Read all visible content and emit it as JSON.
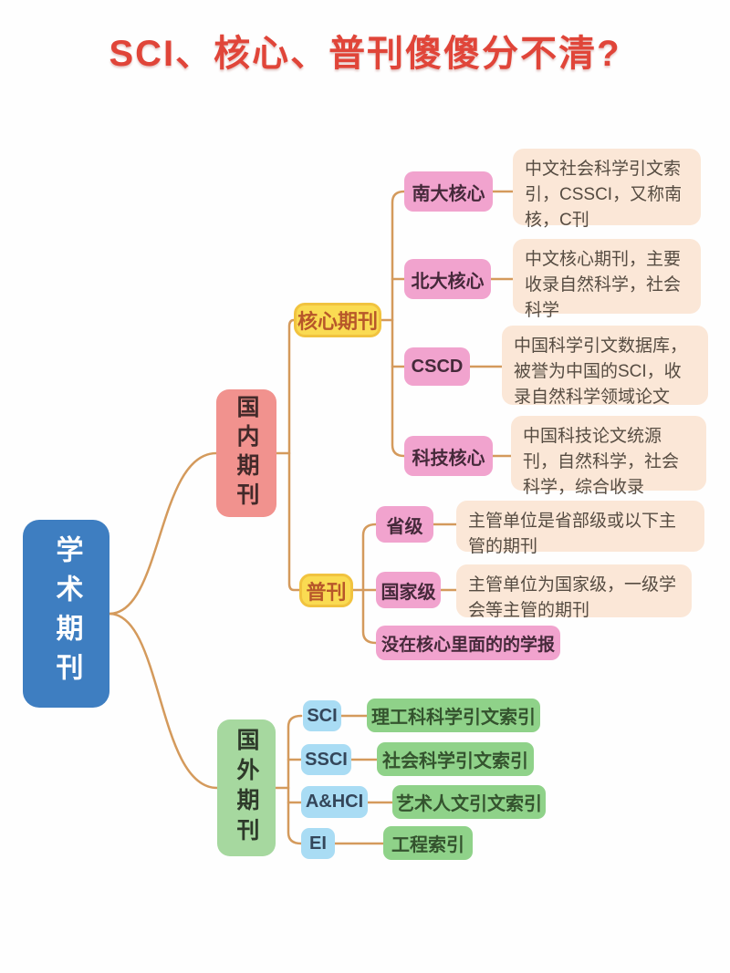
{
  "title": "SCI、核心、普刊傻傻分不清?",
  "root": "学术期刊",
  "domestic": {
    "label": "国内期刊",
    "core": {
      "label": "核心期刊",
      "items": [
        {
          "label": "南大核心",
          "desc": "中文社会科学引文索引，CSSCI，又称南核，C刊"
        },
        {
          "label": "北大核心",
          "desc": "中文核心期刊，主要收录自然科学，社会科学"
        },
        {
          "label": "CSCD",
          "desc": "中国科学引文数据库，被誉为中国的SCI，收录自然科学领域论文"
        },
        {
          "label": "科技核心",
          "desc": "中国科技论文统源刊，自然科学，社会科学，综合收录"
        }
      ]
    },
    "general": {
      "label": "普刊",
      "items": [
        {
          "label": "省级",
          "desc": "主管单位是省部级或以下主管的期刊"
        },
        {
          "label": "国家级",
          "desc": "主管单位为国家级，一级学会等主管的期刊"
        },
        {
          "label": "没在核心里面的的学报"
        }
      ]
    }
  },
  "foreign": {
    "label": "国外期刊",
    "items": [
      {
        "label": "SCI",
        "desc": "理工科科学引文索引"
      },
      {
        "label": "SSCI",
        "desc": "社会科学引文索引"
      },
      {
        "label": "A&HCI",
        "desc": "艺术人文引文索引"
      },
      {
        "label": "EI",
        "desc": "工程索引"
      }
    ]
  },
  "colors": {
    "title": "#E04539",
    "root_bg": "#3E7EC1",
    "domestic_bg": "#F1928E",
    "foreign_bg": "#A6D89F",
    "yellow_bg": "#FADB52",
    "yellow_border": "#F1C33F",
    "pink_bg": "#F1A3CE",
    "cream_bg": "#FBE7D7",
    "blue_bg": "#A9DCF4",
    "green_bg": "#8FD289",
    "line": "#D49A5C"
  }
}
